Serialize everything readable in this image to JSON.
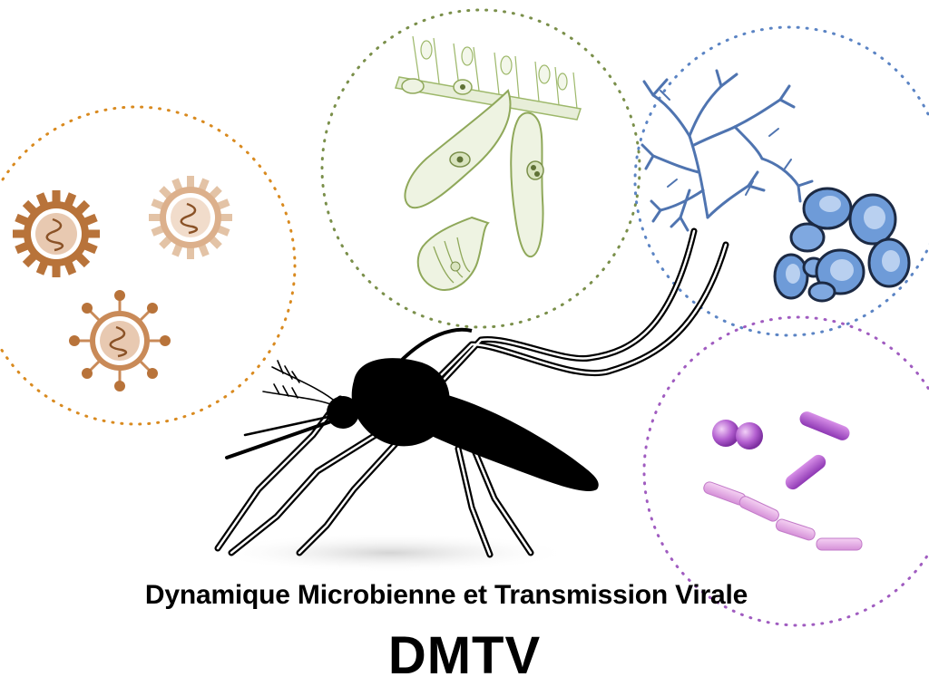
{
  "title": {
    "full_name": "Dynamique Microbienne et Transmission Virale",
    "acronym": "DMTV"
  },
  "groups": [
    {
      "name": "virus-circle",
      "color": "#d98a1f"
    },
    {
      "name": "protozoa-circle",
      "color": "#7a8f4a"
    },
    {
      "name": "fungi-circle",
      "color": "#5b84c4"
    },
    {
      "name": "bacteria-circle",
      "color": "#a05cc0"
    }
  ],
  "colors": {
    "virus_dark": "#b8733a",
    "virus_light": "#e8c9b1",
    "protozoa": "#9db86a",
    "fungi_hyphae": "#4f74b0",
    "fungi_yeast": "#6e9bd8",
    "bacteria": "#b35fd0",
    "bacteria_light": "#e3a6e6",
    "mosquito": "#000000"
  },
  "icons": [
    "virus-icon",
    "protozoa-icon",
    "hyphae-icon",
    "yeast-icon",
    "bacteria-icon",
    "mosquito-icon"
  ]
}
